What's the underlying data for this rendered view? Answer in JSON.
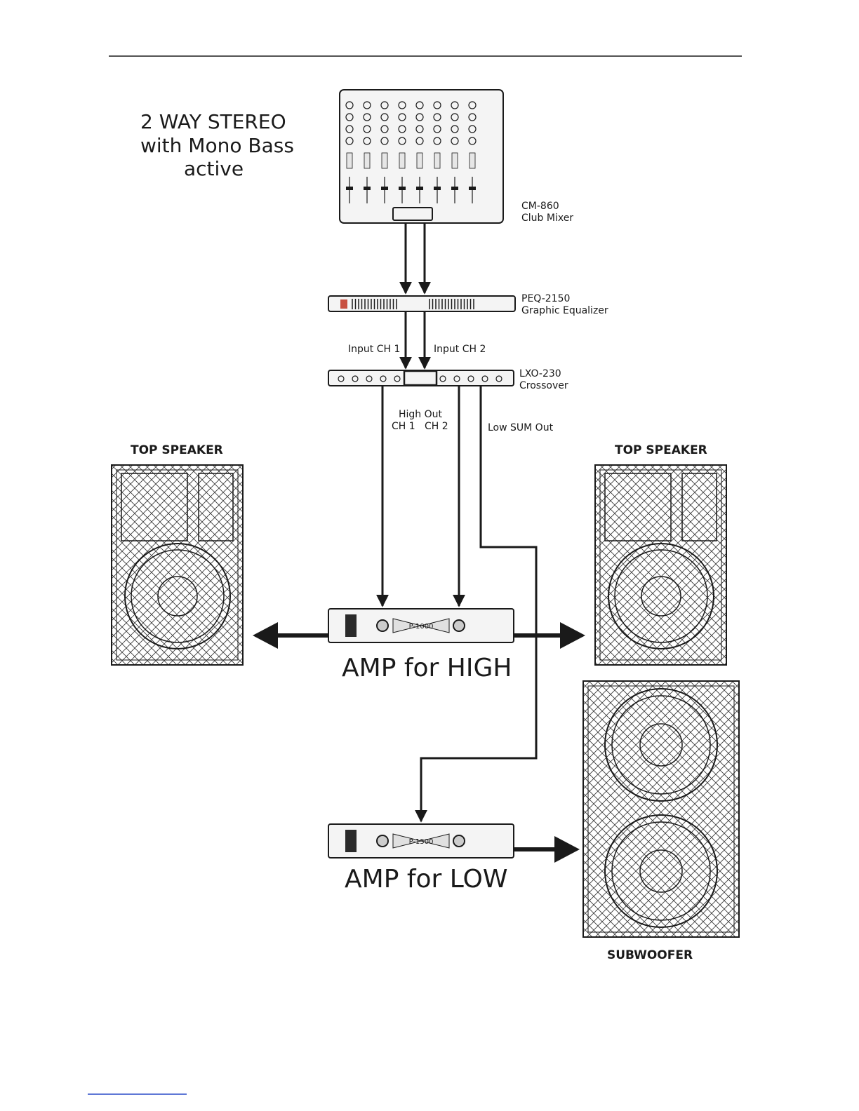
{
  "title": {
    "line1": "2 WAY STEREO",
    "line2": "with Mono Bass",
    "line3": "active"
  },
  "devices": {
    "mixer": {
      "model": "CM-860",
      "desc": "Club Mixer"
    },
    "equalizer": {
      "model": "PEQ-2150",
      "desc": "Graphic Equalizer"
    },
    "crossover": {
      "model": "LXO-230",
      "desc": "Crossover"
    },
    "amp_high": {
      "label": "AMP for HIGH",
      "model": "P-1000"
    },
    "amp_low": {
      "label": "AMP for LOW",
      "model": "P-1500"
    }
  },
  "connections": {
    "input_ch1": "Input CH 1",
    "input_ch2": "Input CH 2",
    "high_out": "High Out",
    "high_ch1": "CH 1",
    "high_ch2": "CH 2",
    "low_sum": "Low SUM Out"
  },
  "speakers": {
    "top_left": "TOP SPEAKER",
    "top_right": "TOP SPEAKER",
    "subwoofer": "SUBWOOFER"
  }
}
